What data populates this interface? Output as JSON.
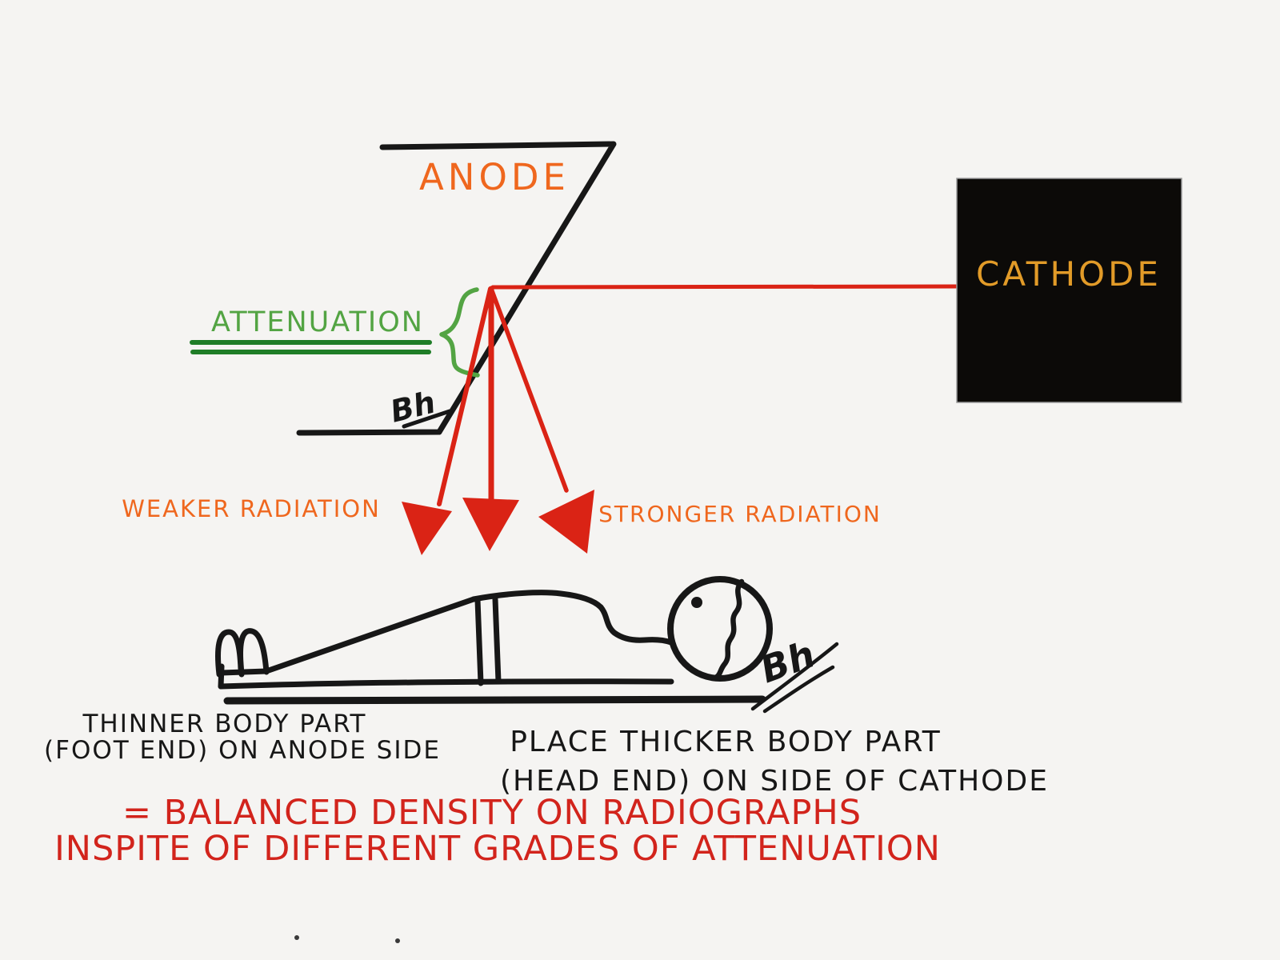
{
  "colors": {
    "background": "#f5f4f2",
    "ink": "#171717",
    "orange": "#ef671e",
    "amber": "#e29b28",
    "green": "#53a443",
    "green_dark": "#1f7d27",
    "red": "#da2315",
    "red_text": "#d2241c",
    "cathode_bg": "#0c0a08"
  },
  "diagram": {
    "anode": {
      "label": "ANODE"
    },
    "cathode": {
      "label": "CATHODE"
    },
    "attenuation": {
      "label": "ATTENUATION"
    },
    "beams": {
      "weaker_label": "WEAKER RADIATION",
      "stronger_label": "STRONGER RADIATION"
    },
    "patient": {
      "foot_caption_line1": "THINNER BODY PART",
      "foot_caption_line2": "(FOOT END) ON ANODE SIDE",
      "head_caption_line1": "PLACE THICKER BODY PART",
      "head_caption_line2": "(HEAD END) ON SIDE OF CATHODE"
    },
    "conclusion": {
      "line1": "= BALANCED DENSITY ON RADIOGRAPHS",
      "line2": "INSPITE OF DIFFERENT GRADES OF ATTENUATION"
    },
    "signature": "Bh"
  }
}
